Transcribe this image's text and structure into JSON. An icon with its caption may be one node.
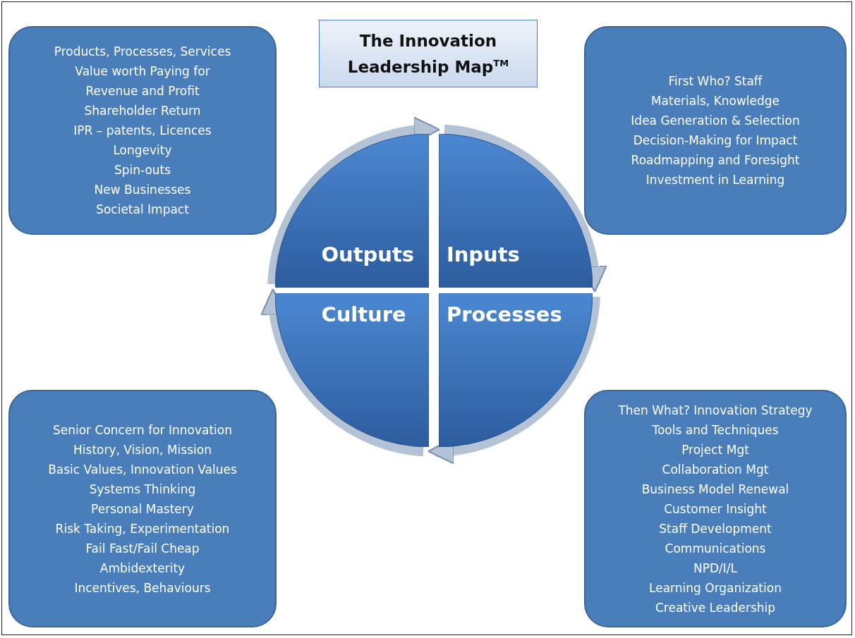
{
  "diagram": {
    "title": "The Innovation Leadership Map$^{TM}$",
    "nodes": [
      {
        "text": [
          "Products, Processes, Services",
          "Value worth Paying for",
          "Revenue and Profit",
          "Shareholder Return",
          "IPR – patents, Licences",
          "Longevity",
          "Spin-outs",
          "New Businesses",
          "Societal Impact"
        ]
      },
      {
        "text": [
          "First Who? Staff",
          "Materials, Knowledge",
          "Idea Generation & Selection",
          "Decision-Making for Impact",
          "Roadmapping and Foresight",
          "Investment in Learning"
        ]
      },
      {
        "text": [
          "Outputs"
        ]
      },
      {
        "text": [
          "Inputs"
        ]
      },
      {
        "text": [
          "Culture"
        ]
      },
      {
        "text": [
          "Processes"
        ]
      },
      {
        "text": [
          "Senior Concern for Innovation",
          "History, Vision, Mission",
          "Basic Values, Innovation Values",
          "Systems Thinking",
          "Personal Mastery",
          "Risk Taking, Experimentation",
          "Fail Fast/Fail Cheap",
          "Ambidexterity",
          "Incentives, Behaviours"
        ]
      },
      {
        "text": [
          "Then What? Innovation Strategy",
          "Tools and Techniques",
          "Project Mgt",
          "Collaboration Mgt",
          "Business Model Renewal",
          "Customer Insight",
          "Staff Development",
          "Communications",
          "NPD/I/L",
          "Learning Organization",
          "Creative Leadership"
        ]
      }
    ],
    "edges": [
      {
        "from": 2,
        "to": 3,
        "arrow": "to"
      },
      {
        "from": 3,
        "to": 5,
        "arrow": "to"
      },
      {
        "from": 5,
        "to": 4,
        "arrow": "to"
      },
      {
        "from": 4,
        "to": 2,
        "arrow": "to"
      }
    ]
  }
}
